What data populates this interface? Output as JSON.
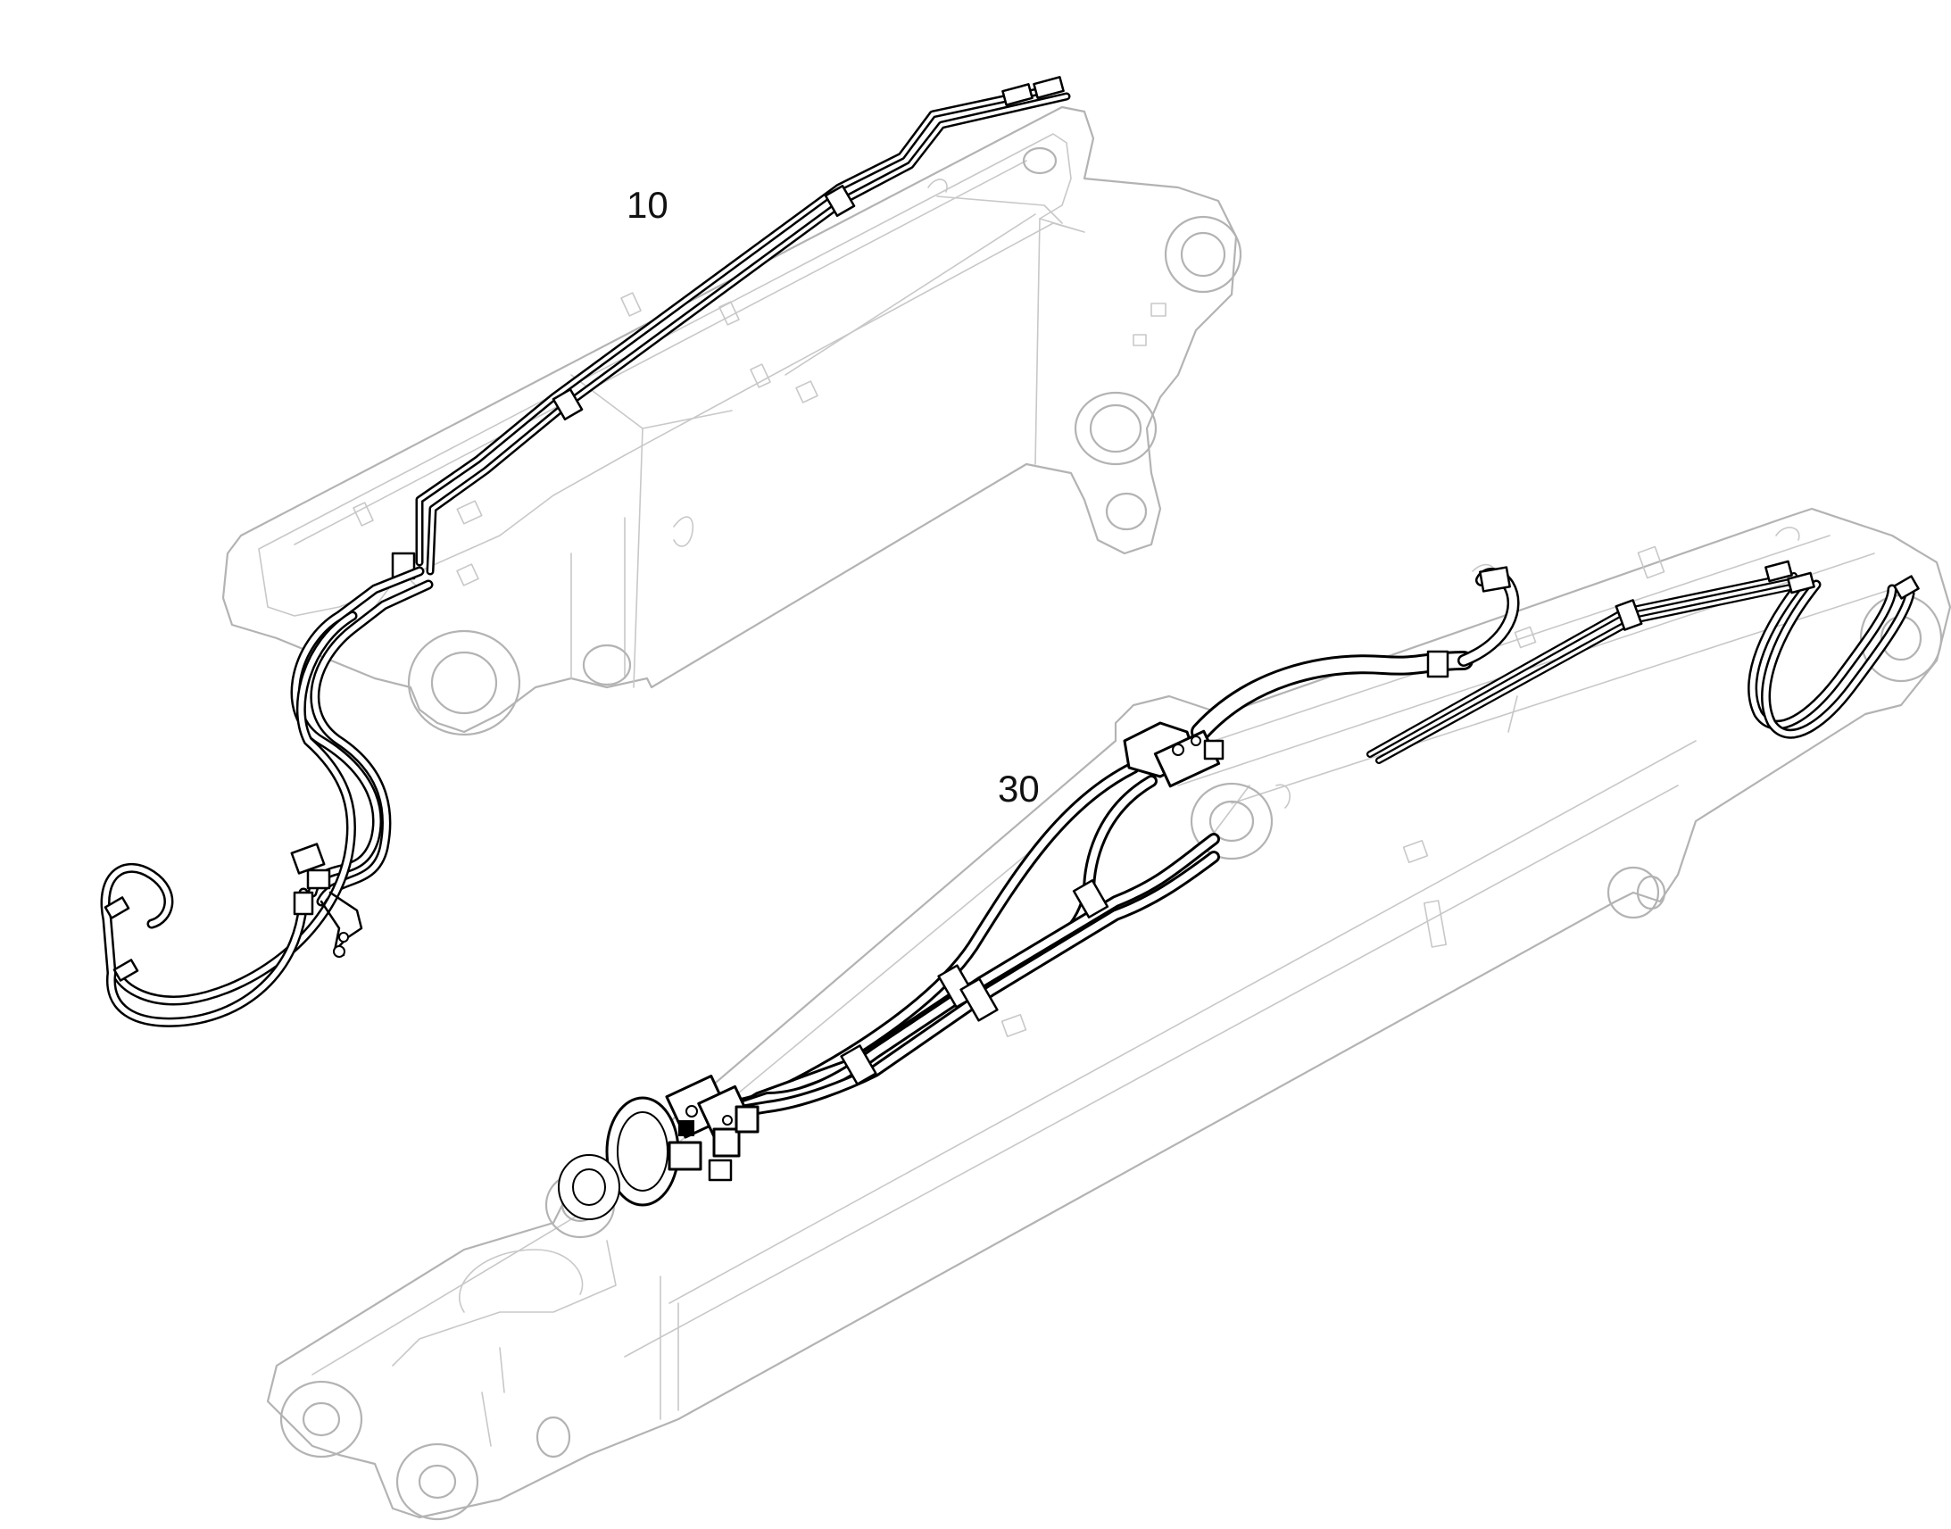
{
  "diagram": {
    "callouts": [
      {
        "id": "part-10",
        "label": "10"
      },
      {
        "id": "part-30",
        "label": "30"
      }
    ],
    "colors": {
      "background": "#ffffff",
      "structure_outline": "#b3b3b3",
      "hose_outline": "#000000",
      "hose_fill": "#ffffff",
      "label_text": "#111111"
    }
  }
}
